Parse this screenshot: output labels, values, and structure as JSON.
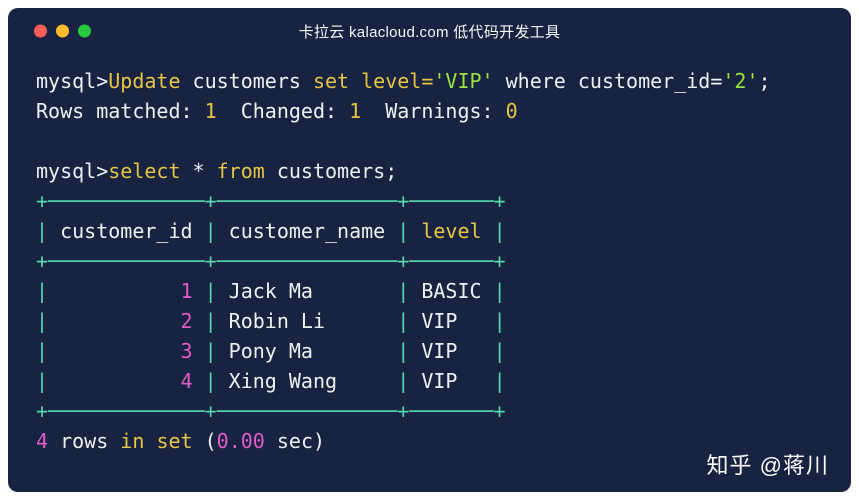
{
  "window": {
    "title": "卡拉云 kalacloud.com 低代码开发工具"
  },
  "colors": {
    "bg": "#172340",
    "text": "#edf1f2",
    "keyword": "#e7c547",
    "string": "#99e342",
    "number": "#e05cc8",
    "border": "#55d6ac",
    "close": "#ff5f56",
    "minimize": "#ffbd2e",
    "maximize": "#27c93f"
  },
  "watermark": "知乎 @蒋川",
  "terminal": {
    "result_table": {
      "headers": [
        "customer_id",
        "customer_name",
        "level"
      ],
      "rows": [
        [
          "1",
          "Jack Ma",
          "BASIC"
        ],
        [
          "2",
          "Robin Li",
          "VIP"
        ],
        [
          "3",
          "Pony Ma",
          "VIP"
        ],
        [
          "4",
          "Xing Wang",
          "VIP"
        ]
      ]
    },
    "lines": [
      {
        "name": "command-update",
        "segments": [
          {
            "t": "mysql>",
            "c": "w"
          },
          {
            "t": "Update",
            "c": "y"
          },
          {
            "t": " customers ",
            "c": "w"
          },
          {
            "t": "set",
            "c": "y"
          },
          {
            "t": " level=",
            "c": "y"
          },
          {
            "t": "'VIP'",
            "c": "g"
          },
          {
            "t": " where customer_id=",
            "c": "w"
          },
          {
            "t": "'2'",
            "c": "g"
          },
          {
            "t": ";",
            "c": "w"
          }
        ]
      },
      {
        "name": "update-status-line",
        "segments": [
          {
            "t": "Rows matched: ",
            "c": "w"
          },
          {
            "t": "1",
            "c": "y"
          },
          {
            "t": "  Changed: ",
            "c": "w"
          },
          {
            "t": "1",
            "c": "y"
          },
          {
            "t": "  Warnings: ",
            "c": "w"
          },
          {
            "t": "0",
            "c": "y"
          }
        ]
      },
      {
        "name": "blank-line",
        "segments": []
      },
      {
        "name": "command-select",
        "segments": [
          {
            "t": "mysql>",
            "c": "w"
          },
          {
            "t": "select",
            "c": "y"
          },
          {
            "t": " * ",
            "c": "w"
          },
          {
            "t": "from",
            "c": "y"
          },
          {
            "t": " customers;",
            "c": "w"
          }
        ]
      },
      {
        "name": "table-border",
        "segments": [
          {
            "t": "+─────────────+───────────────+───────+",
            "c": "t"
          }
        ]
      },
      {
        "name": "table-header",
        "segments": [
          {
            "t": "| ",
            "c": "t"
          },
          {
            "t": "customer_id",
            "c": "w"
          },
          {
            "t": " | ",
            "c": "t"
          },
          {
            "t": "customer_name",
            "c": "w"
          },
          {
            "t": " | ",
            "c": "t"
          },
          {
            "t": "level",
            "c": "y"
          },
          {
            "t": " |",
            "c": "t"
          }
        ]
      },
      {
        "name": "table-border",
        "segments": [
          {
            "t": "+─────────────+───────────────+───────+",
            "c": "t"
          }
        ]
      },
      {
        "name": "table-row",
        "segments": [
          {
            "t": "|",
            "c": "t"
          },
          {
            "t": "           1",
            "c": "m"
          },
          {
            "t": " ",
            "c": "w"
          },
          {
            "t": "|",
            "c": "t"
          },
          {
            "t": " Jack Ma       ",
            "c": "w"
          },
          {
            "t": "|",
            "c": "t"
          },
          {
            "t": " BASIC ",
            "c": "w"
          },
          {
            "t": "|",
            "c": "t"
          }
        ]
      },
      {
        "name": "table-row",
        "segments": [
          {
            "t": "|",
            "c": "t"
          },
          {
            "t": "           2",
            "c": "m"
          },
          {
            "t": " ",
            "c": "w"
          },
          {
            "t": "|",
            "c": "t"
          },
          {
            "t": " Robin Li      ",
            "c": "w"
          },
          {
            "t": "|",
            "c": "t"
          },
          {
            "t": " VIP   ",
            "c": "w"
          },
          {
            "t": "|",
            "c": "t"
          }
        ]
      },
      {
        "name": "table-row",
        "segments": [
          {
            "t": "|",
            "c": "t"
          },
          {
            "t": "           3",
            "c": "m"
          },
          {
            "t": " ",
            "c": "w"
          },
          {
            "t": "|",
            "c": "t"
          },
          {
            "t": " Pony Ma       ",
            "c": "w"
          },
          {
            "t": "|",
            "c": "t"
          },
          {
            "t": " VIP   ",
            "c": "w"
          },
          {
            "t": "|",
            "c": "t"
          }
        ]
      },
      {
        "name": "table-row",
        "segments": [
          {
            "t": "|",
            "c": "t"
          },
          {
            "t": "           4",
            "c": "m"
          },
          {
            "t": " ",
            "c": "w"
          },
          {
            "t": "|",
            "c": "t"
          },
          {
            "t": " Xing Wang     ",
            "c": "w"
          },
          {
            "t": "|",
            "c": "t"
          },
          {
            "t": " VIP   ",
            "c": "w"
          },
          {
            "t": "|",
            "c": "t"
          }
        ]
      },
      {
        "name": "table-border",
        "segments": [
          {
            "t": "+─────────────+───────────────+───────+",
            "c": "t"
          }
        ]
      },
      {
        "name": "rows-summary",
        "segments": [
          {
            "t": "4",
            "c": "m"
          },
          {
            "t": " rows ",
            "c": "w"
          },
          {
            "t": "in",
            "c": "y"
          },
          {
            "t": " ",
            "c": "w"
          },
          {
            "t": "set",
            "c": "y"
          },
          {
            "t": " (",
            "c": "w"
          },
          {
            "t": "0.00",
            "c": "m"
          },
          {
            "t": " sec)",
            "c": "w"
          }
        ]
      }
    ]
  }
}
